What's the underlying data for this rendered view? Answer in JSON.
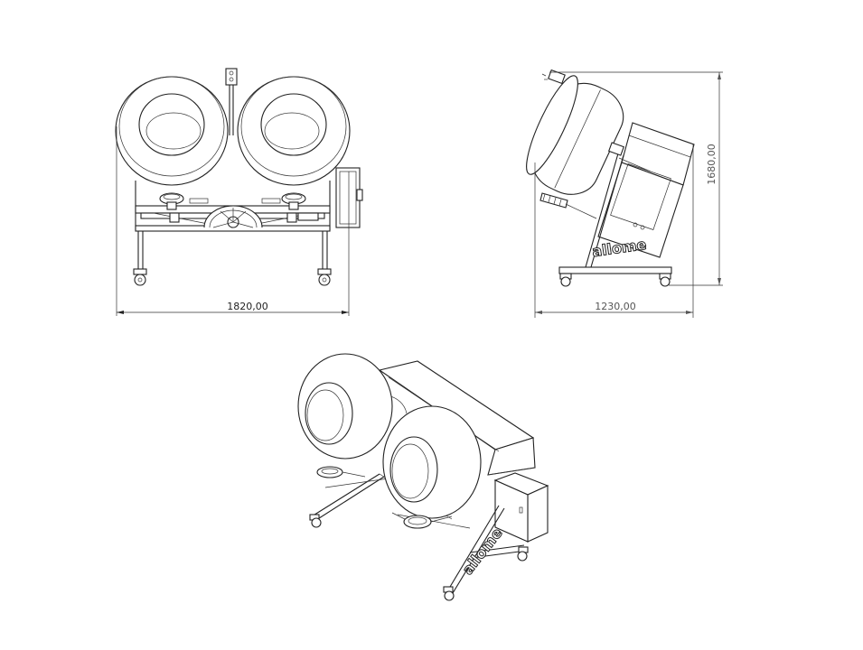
{
  "front_view": {
    "width_label": "1820,00"
  },
  "side_view": {
    "depth_label": "1230,00",
    "height_label": "1680,00",
    "brand": "allome"
  },
  "iso_view": {
    "brand": "allome"
  },
  "colors": {
    "line": "#222222",
    "dim_line": "#555555",
    "background": "#ffffff"
  }
}
